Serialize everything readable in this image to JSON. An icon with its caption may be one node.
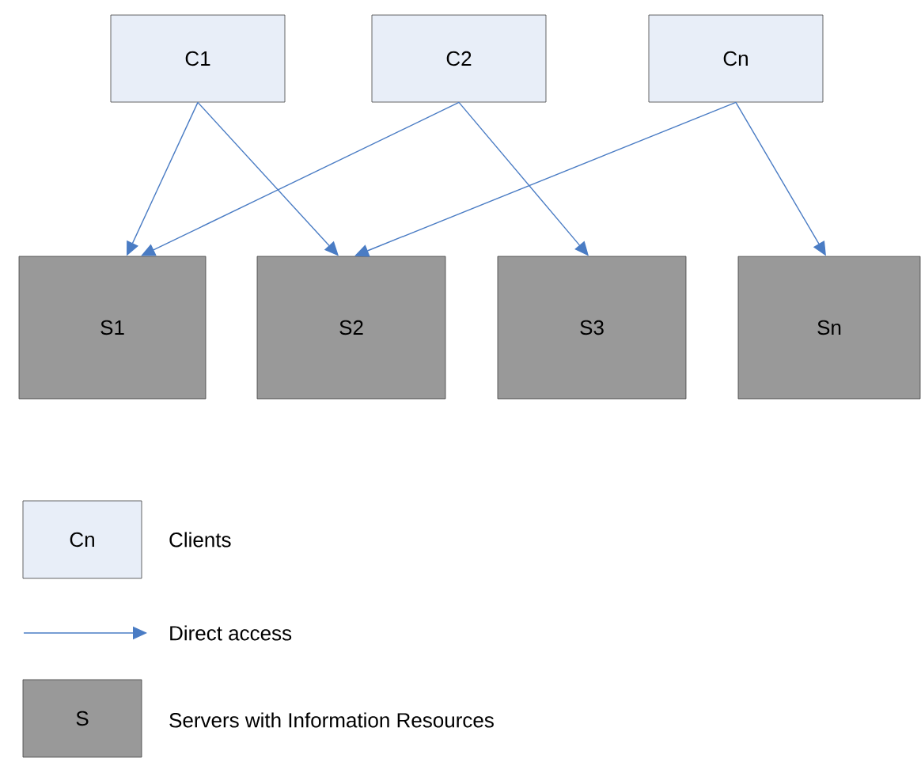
{
  "diagram": {
    "nodes": [
      {
        "text": [
          "C1"
        ]
      },
      {
        "text": [
          "C2"
        ]
      },
      {
        "text": [
          "Cn"
        ]
      },
      {
        "text": [
          "S1"
        ]
      },
      {
        "text": [
          "S2"
        ]
      },
      {
        "text": [
          "S3"
        ]
      },
      {
        "text": [
          "Sn"
        ]
      }
    ],
    "edges": [
      {
        "from": 0,
        "to": 3,
        "arrow": "to"
      },
      {
        "from": 0,
        "to": 4,
        "arrow": "to"
      },
      {
        "from": 1,
        "to": 3,
        "arrow": "to"
      },
      {
        "from": 1,
        "to": 5,
        "arrow": "to"
      },
      {
        "from": 2,
        "to": 4,
        "arrow": "to"
      },
      {
        "from": 2,
        "to": 6,
        "arrow": "to"
      }
    ],
    "labels": [
      "Cn",
      "S"
    ],
    "legend": [
      {
        "text": "Clients",
        "color": "#e8eef8"
      },
      {
        "text": "Direct access"
      },
      {
        "text": "Servers with Information Resources",
        "color": "#999999"
      }
    ]
  }
}
